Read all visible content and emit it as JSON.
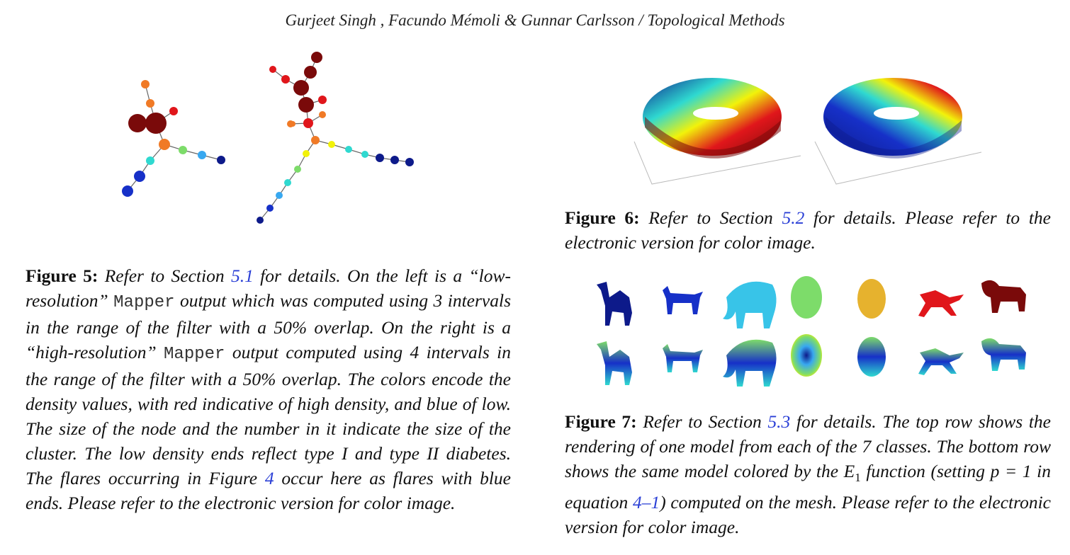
{
  "header": {
    "running_title": "Gurjeet Singh , Facundo Mémoli & Gunnar Carlsson / Topological Methods"
  },
  "colors": {
    "link": "#2a3fd6",
    "dark_red": "#7a0a0a",
    "red": "#e0161b",
    "orange": "#f07a26",
    "yellow": "#f2f20a",
    "cyan": "#2fd9d0",
    "light_blue": "#38a8f0",
    "blue": "#1630c8",
    "navy": "#0d1a8a",
    "green": "#7ddc6a",
    "gold": "#e6b22e"
  },
  "figure5": {
    "label": "Figure 5:",
    "text_1": " Refer to Section ",
    "ref_1": "5.1",
    "text_2": " for details. On the left is a “low-resolution” ",
    "mono_1": "Mapper",
    "text_3": " output which was computed using 3 intervals in the range of the filter with a 50% overlap. On the right is a “high-resolution” ",
    "mono_2": "Mapper",
    "text_4": " output computed using 4 intervals in the range of the filter with a 50% overlap. The colors encode the density values, with red indicative of high density, and blue of low. The size of the node and the number in it indicate the size of the cluster. The low density ends reflect type I and type II diabetes. The flares occurring in Figure ",
    "ref_2": "4",
    "text_5": " occur here as flares with blue ends. Please refer to the electronic version for color image."
  },
  "figure6": {
    "label": "Figure 6:",
    "text_1": " Refer to Section ",
    "ref_1": "5.2",
    "text_2": " for details. Please refer to the electronic version for color image."
  },
  "figure7": {
    "label": "Figure 7:",
    "text_1": " Refer to Section ",
    "ref_1": "5.3",
    "text_2": " for details. The top row shows the rendering of one model from each of the 7 classes. The bottom row shows the same model colored by the ",
    "math_1": "E",
    "math_1_sub": "1",
    "text_3": " function (setting ",
    "math_2": "p = 1",
    "text_4": " in equation ",
    "ref_2": "4–1",
    "text_5": ") computed on the mesh. Please refer to the electronic version for color image."
  }
}
